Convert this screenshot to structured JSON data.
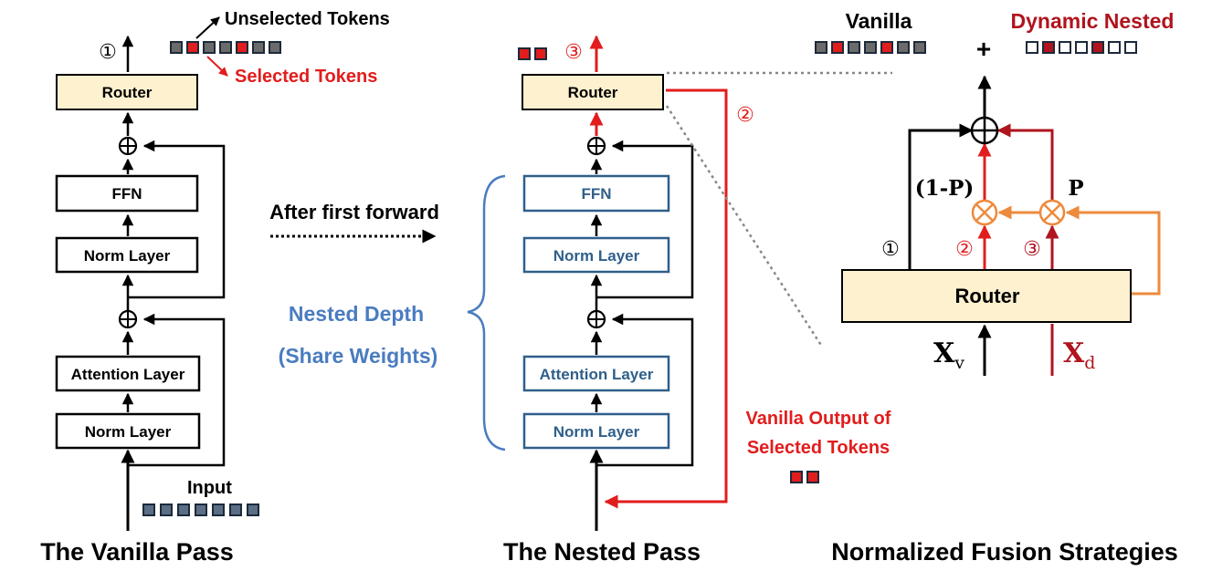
{
  "vanilla_pass": {
    "caption": "The Vanilla Pass",
    "blocks": {
      "router": "Router",
      "ffn": "FFN",
      "norm_top": "Norm Layer",
      "attention": "Attention Layer",
      "norm_bottom": "Norm Layer"
    },
    "unselected_tokens_label": "Unselected Tokens",
    "selected_tokens_label": "Selected Tokens",
    "input_label": "Input",
    "output_marker": "①",
    "token_strip": [
      "gray",
      "red",
      "gray",
      "gray",
      "red",
      "gray",
      "gray"
    ],
    "input_tokens": [
      "blue-gray",
      "blue-gray",
      "blue-gray",
      "blue-gray",
      "blue-gray",
      "blue-gray",
      "blue-gray"
    ]
  },
  "middle": {
    "after_first_forward": "After first forward",
    "nested_depth": "Nested Depth",
    "share_weights": "(Share Weights)"
  },
  "nested_pass": {
    "caption": "The Nested Pass",
    "blocks": {
      "router": "Router",
      "ffn": "FFN",
      "norm_top": "Norm Layer",
      "attention": "Attention Layer",
      "norm_bottom": "Norm Layer"
    },
    "output_marker": "③",
    "path_marker": "②",
    "vanilla_output_label_line1": "Vanilla Output of",
    "vanilla_output_label_line2": "Selected Tokens",
    "output_tokens": [
      "red",
      "red"
    ],
    "selected_tokens_icon": [
      "red",
      "red"
    ]
  },
  "fusion": {
    "caption": "Normalized Fusion Strategies",
    "vanilla_label": "Vanilla",
    "plus": "+",
    "dynamic_nested_label": "Dynamic Nested",
    "vanilla_strip": [
      "gray",
      "red",
      "gray",
      "gray",
      "red",
      "gray",
      "gray"
    ],
    "nested_strip": [
      "empty",
      "darkred",
      "empty",
      "empty",
      "darkred",
      "empty",
      "empty"
    ],
    "router": "Router",
    "one_minus_p": "(1-P)",
    "p": "P",
    "marker_1": "①",
    "marker_2": "②",
    "marker_3": "③",
    "xv_main": "X",
    "xv_sub": "v",
    "xd_main": "X",
    "xd_sub": "d"
  },
  "colors": {
    "router_fill": "#fdf1cf",
    "red": "#e11d1d",
    "darkred": "#b0141e",
    "orange": "#ee8a3c",
    "nested_blue": "#2f5f8a",
    "label_blue": "#4a7cc0",
    "token_gray": "#6b6b6b",
    "token_blue": "#5a6e86"
  }
}
